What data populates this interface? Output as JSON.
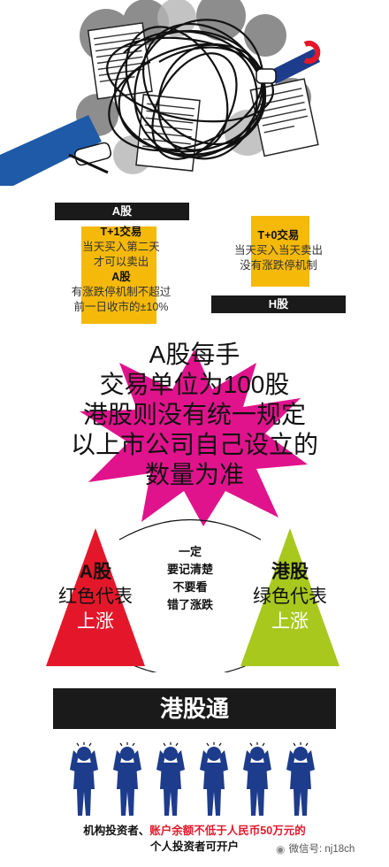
{
  "top": {
    "a_label": "A股",
    "a_rule_title": "T+1交易",
    "a_rule_line1": "当天买入第二天",
    "a_rule_line2": "才可以卖出",
    "a_limit_title": "A股",
    "a_limit_line1": "有涨跌停机制不超过",
    "a_limit_line2": "前一日收市的±10%",
    "h_rule_title": "T+0交易",
    "h_rule_line1": "当天买入当天卖出",
    "h_rule_line2": "没有涨跌停机制",
    "h_label": "H股"
  },
  "lot": {
    "line1": "A股每手",
    "line2": "交易单位为100股",
    "line3": "港股则没有统一规定",
    "line4": "以上市公司自己设立的",
    "line5": "数量为准"
  },
  "colors_section": {
    "a_title": "A股",
    "a_line1": "红色代表",
    "a_line2": "上涨",
    "note1": "一定",
    "note2": "要记清楚",
    "note3": "不要看",
    "note4": "错了涨跌",
    "h_title": "港股",
    "h_line1": "绿色代表",
    "h_line2": "上涨"
  },
  "connect": {
    "title": "港股通",
    "footer_pre": "机构投资者、",
    "footer_red": "账户余额不低于人民币50万元的",
    "footer_line2": "个人投资者可开户",
    "watermark": "微信号: nj18ch"
  },
  "palette": {
    "red": "#e4172a",
    "green": "#a8c81e",
    "magenta": "#e0138c",
    "blue": "#1e3c8c",
    "yellow": "#f5b90a",
    "black": "#1a1a1a"
  }
}
